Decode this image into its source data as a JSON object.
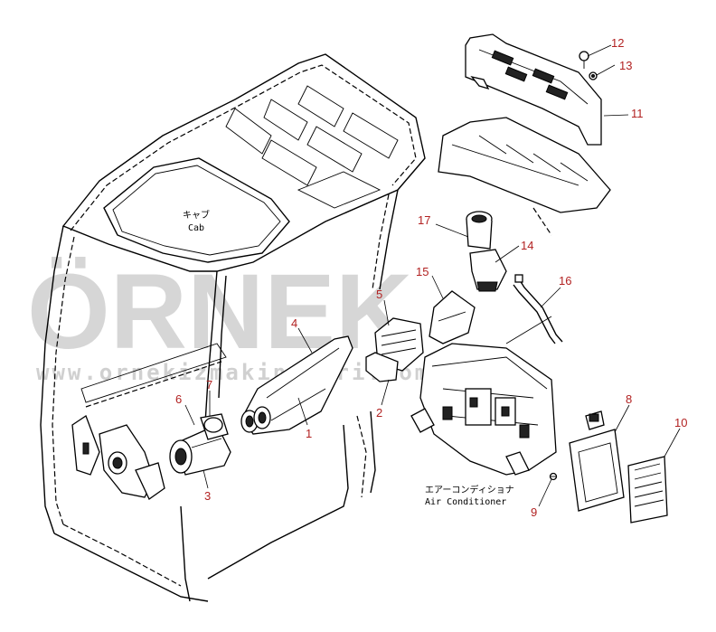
{
  "watermark": {
    "brand": "ÖRNEK",
    "url": "www.ornekizmakinalari.com.tr"
  },
  "labels": {
    "cab_jp": "キャブ",
    "cab_en": "Cab",
    "ac_jp": "エアーコンディショナ",
    "ac_en": "Air Conditioner"
  },
  "callouts": [
    "1",
    "2",
    "3",
    "4",
    "5",
    "6",
    "7",
    "8",
    "9",
    "10",
    "11",
    "12",
    "13",
    "14",
    "15",
    "16",
    "17"
  ]
}
